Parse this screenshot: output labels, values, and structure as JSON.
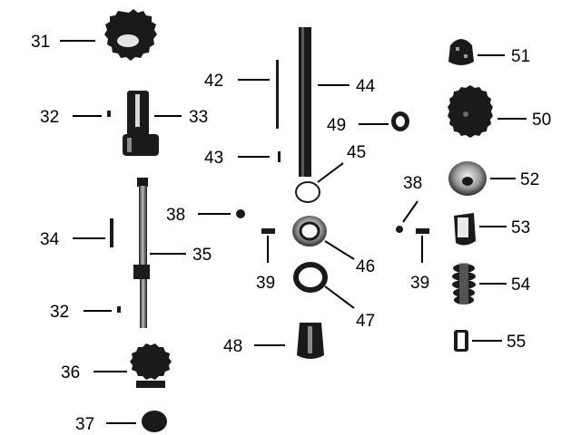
{
  "parts": [
    {
      "id": "p31",
      "number": "31"
    },
    {
      "id": "p32a",
      "number": "32"
    },
    {
      "id": "p33",
      "number": "33"
    },
    {
      "id": "p34",
      "number": "34"
    },
    {
      "id": "p35",
      "number": "35"
    },
    {
      "id": "p32b",
      "number": "32"
    },
    {
      "id": "p36",
      "number": "36"
    },
    {
      "id": "p37",
      "number": "37"
    },
    {
      "id": "p42",
      "number": "42"
    },
    {
      "id": "p43",
      "number": "43"
    },
    {
      "id": "p44",
      "number": "44"
    },
    {
      "id": "p45",
      "number": "45"
    },
    {
      "id": "p49",
      "number": "49"
    },
    {
      "id": "p38a",
      "number": "38"
    },
    {
      "id": "p39a",
      "number": "39"
    },
    {
      "id": "p46",
      "number": "46"
    },
    {
      "id": "p47",
      "number": "47"
    },
    {
      "id": "p48",
      "number": "48"
    },
    {
      "id": "p51",
      "number": "51"
    },
    {
      "id": "p50",
      "number": "50"
    },
    {
      "id": "p52",
      "number": "52"
    },
    {
      "id": "p38b",
      "number": "38"
    },
    {
      "id": "p39b",
      "number": "39"
    },
    {
      "id": "p53",
      "number": "53"
    },
    {
      "id": "p54",
      "number": "54"
    },
    {
      "id": "p55",
      "number": "55"
    }
  ],
  "colors": {
    "ink": "#000000",
    "part": "#1a1a1a",
    "highlight": "#cfcfcf",
    "background": "#ffffff"
  }
}
